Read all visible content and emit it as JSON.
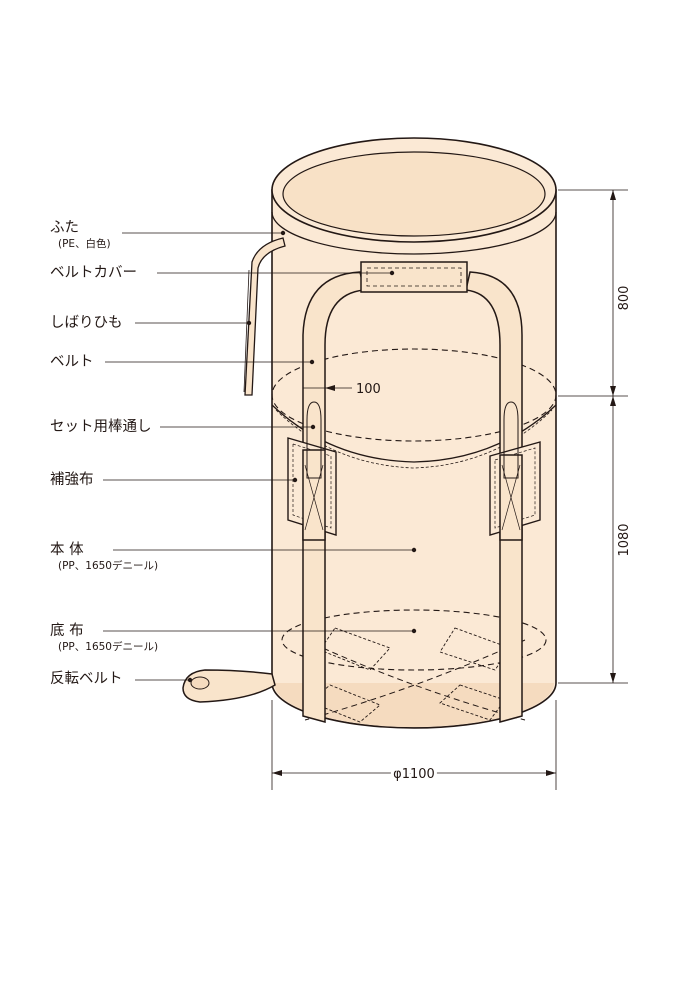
{
  "colors": {
    "fabric": "#fbe9d5",
    "fabric_shade": "#f5dbbf",
    "outline": "#231815",
    "belt": "#f9e4cb"
  },
  "labels": {
    "futa": "ふた",
    "futa_sub": "(PE、白色)",
    "belt_cover": "ベルトカバー",
    "shibari_himo": "しばりひも",
    "belt": "ベルト",
    "set_bou_dooshi": "セット用棒通し",
    "hokyou_nuno": "補強布",
    "hontai": "本 体",
    "hontai_sub": "(PP、1650デニール)",
    "soko_nuno": "底 布",
    "soko_nuno_sub": "(PP、1650デニール)",
    "hanten_belt": "反転ベルト"
  },
  "dimensions": {
    "height_top": "800",
    "height_body": "1080",
    "belt_width": "100",
    "diameter": "φ1100"
  }
}
